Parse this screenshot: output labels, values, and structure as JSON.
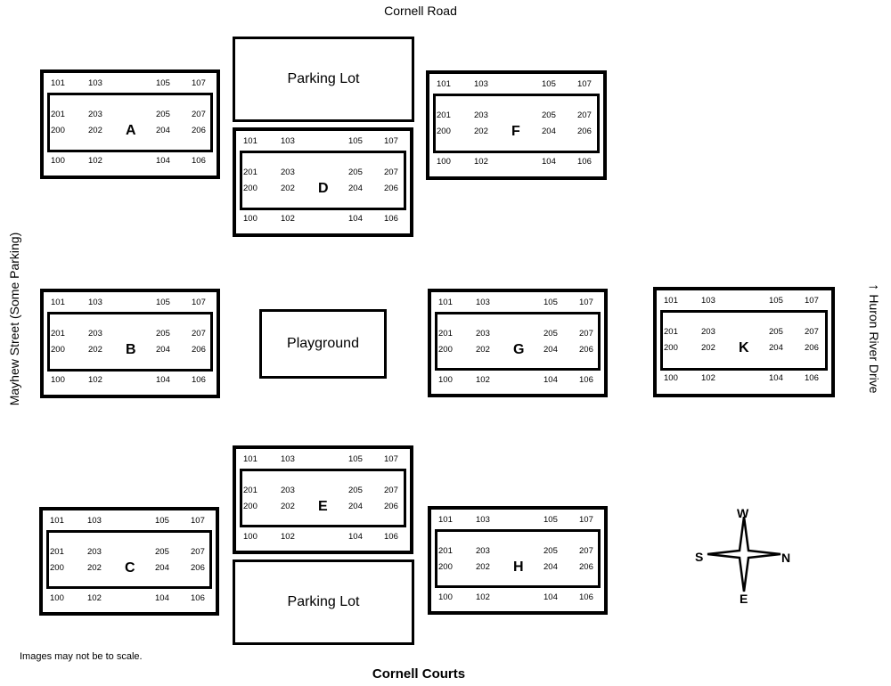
{
  "streets": {
    "top": "Cornell Road",
    "left": "Mayhew Street (Some Parking)",
    "right": "Huron River Drive",
    "right_arrow": "↑"
  },
  "title": "Cornell Courts",
  "note": "Images may not be to scale.",
  "parking_label": "Parking Lot",
  "playground_label": "Playground",
  "unit_numbers": {
    "top_row": [
      "101",
      "103",
      "105",
      "107"
    ],
    "upper_inner": [
      "201",
      "203",
      "205",
      "207"
    ],
    "lower_inner": [
      "200",
      "202",
      "204",
      "206"
    ],
    "bottom_row": [
      "100",
      "102",
      "104",
      "106"
    ]
  },
  "buildings": [
    "A",
    "B",
    "C",
    "D",
    "E",
    "F",
    "G",
    "H",
    "K"
  ],
  "compass": {
    "top": "W",
    "left": "S",
    "right": "N",
    "bottom": "E"
  }
}
